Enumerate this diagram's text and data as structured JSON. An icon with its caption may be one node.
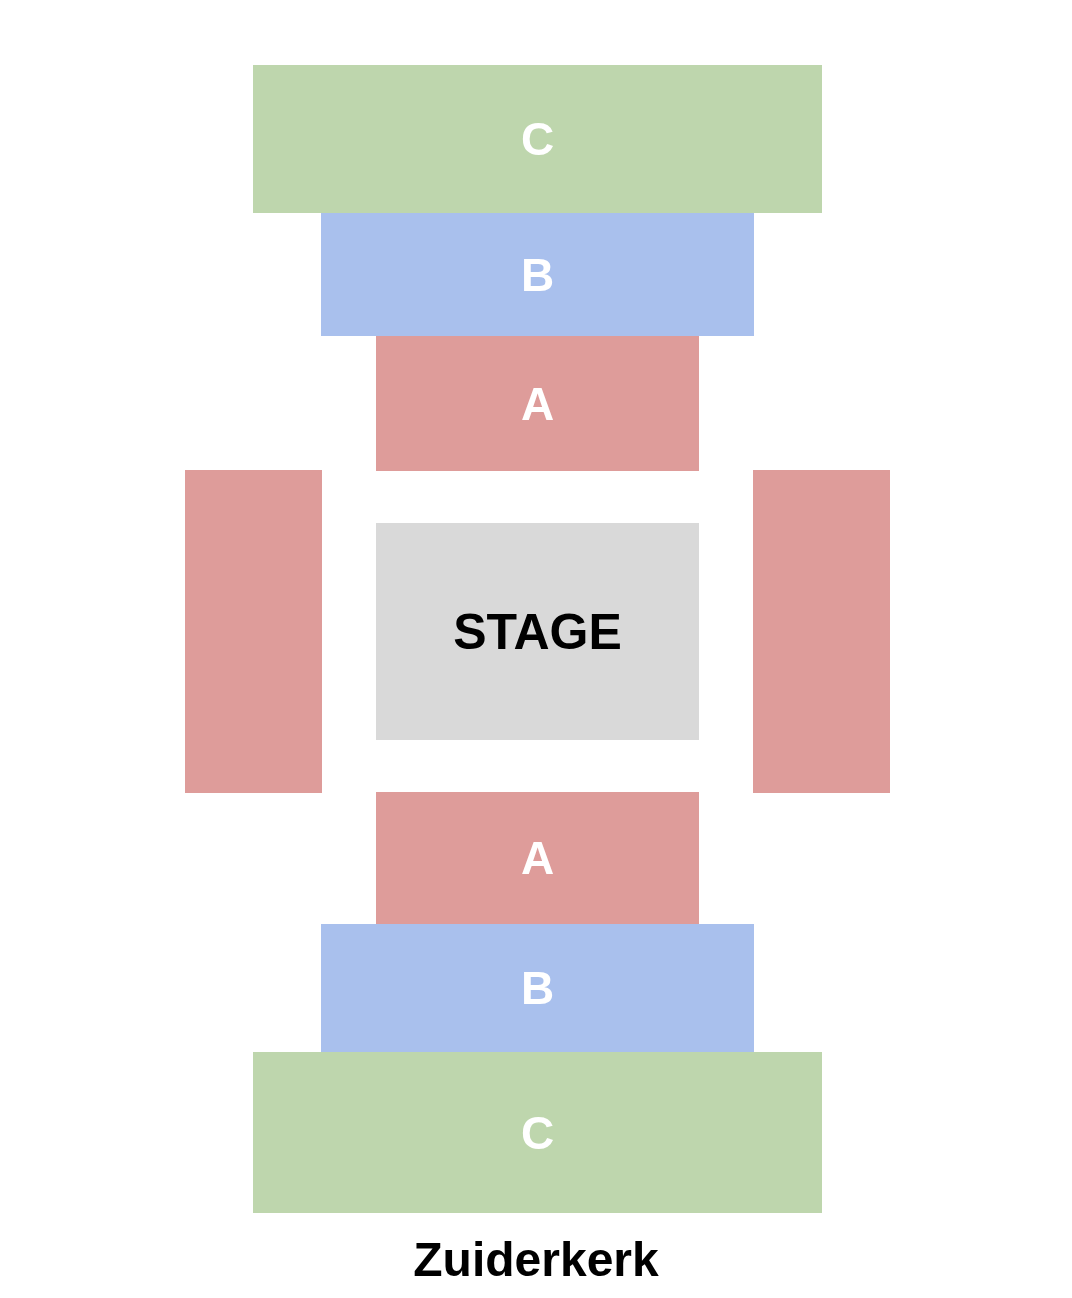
{
  "diagram": {
    "title": "Zuiderkerk",
    "nodes": [
      {
        "text": [
          "C"
        ]
      },
      {
        "text": [
          "B"
        ]
      },
      {
        "text": [
          "A"
        ]
      },
      {
        "text": [],
        "shape": "box"
      },
      {
        "text": [
          "STAGE"
        ]
      },
      {
        "text": [],
        "shape": "box"
      },
      {
        "text": [
          "A"
        ]
      },
      {
        "text": [
          "B"
        ]
      },
      {
        "text": [
          "C"
        ]
      }
    ]
  }
}
